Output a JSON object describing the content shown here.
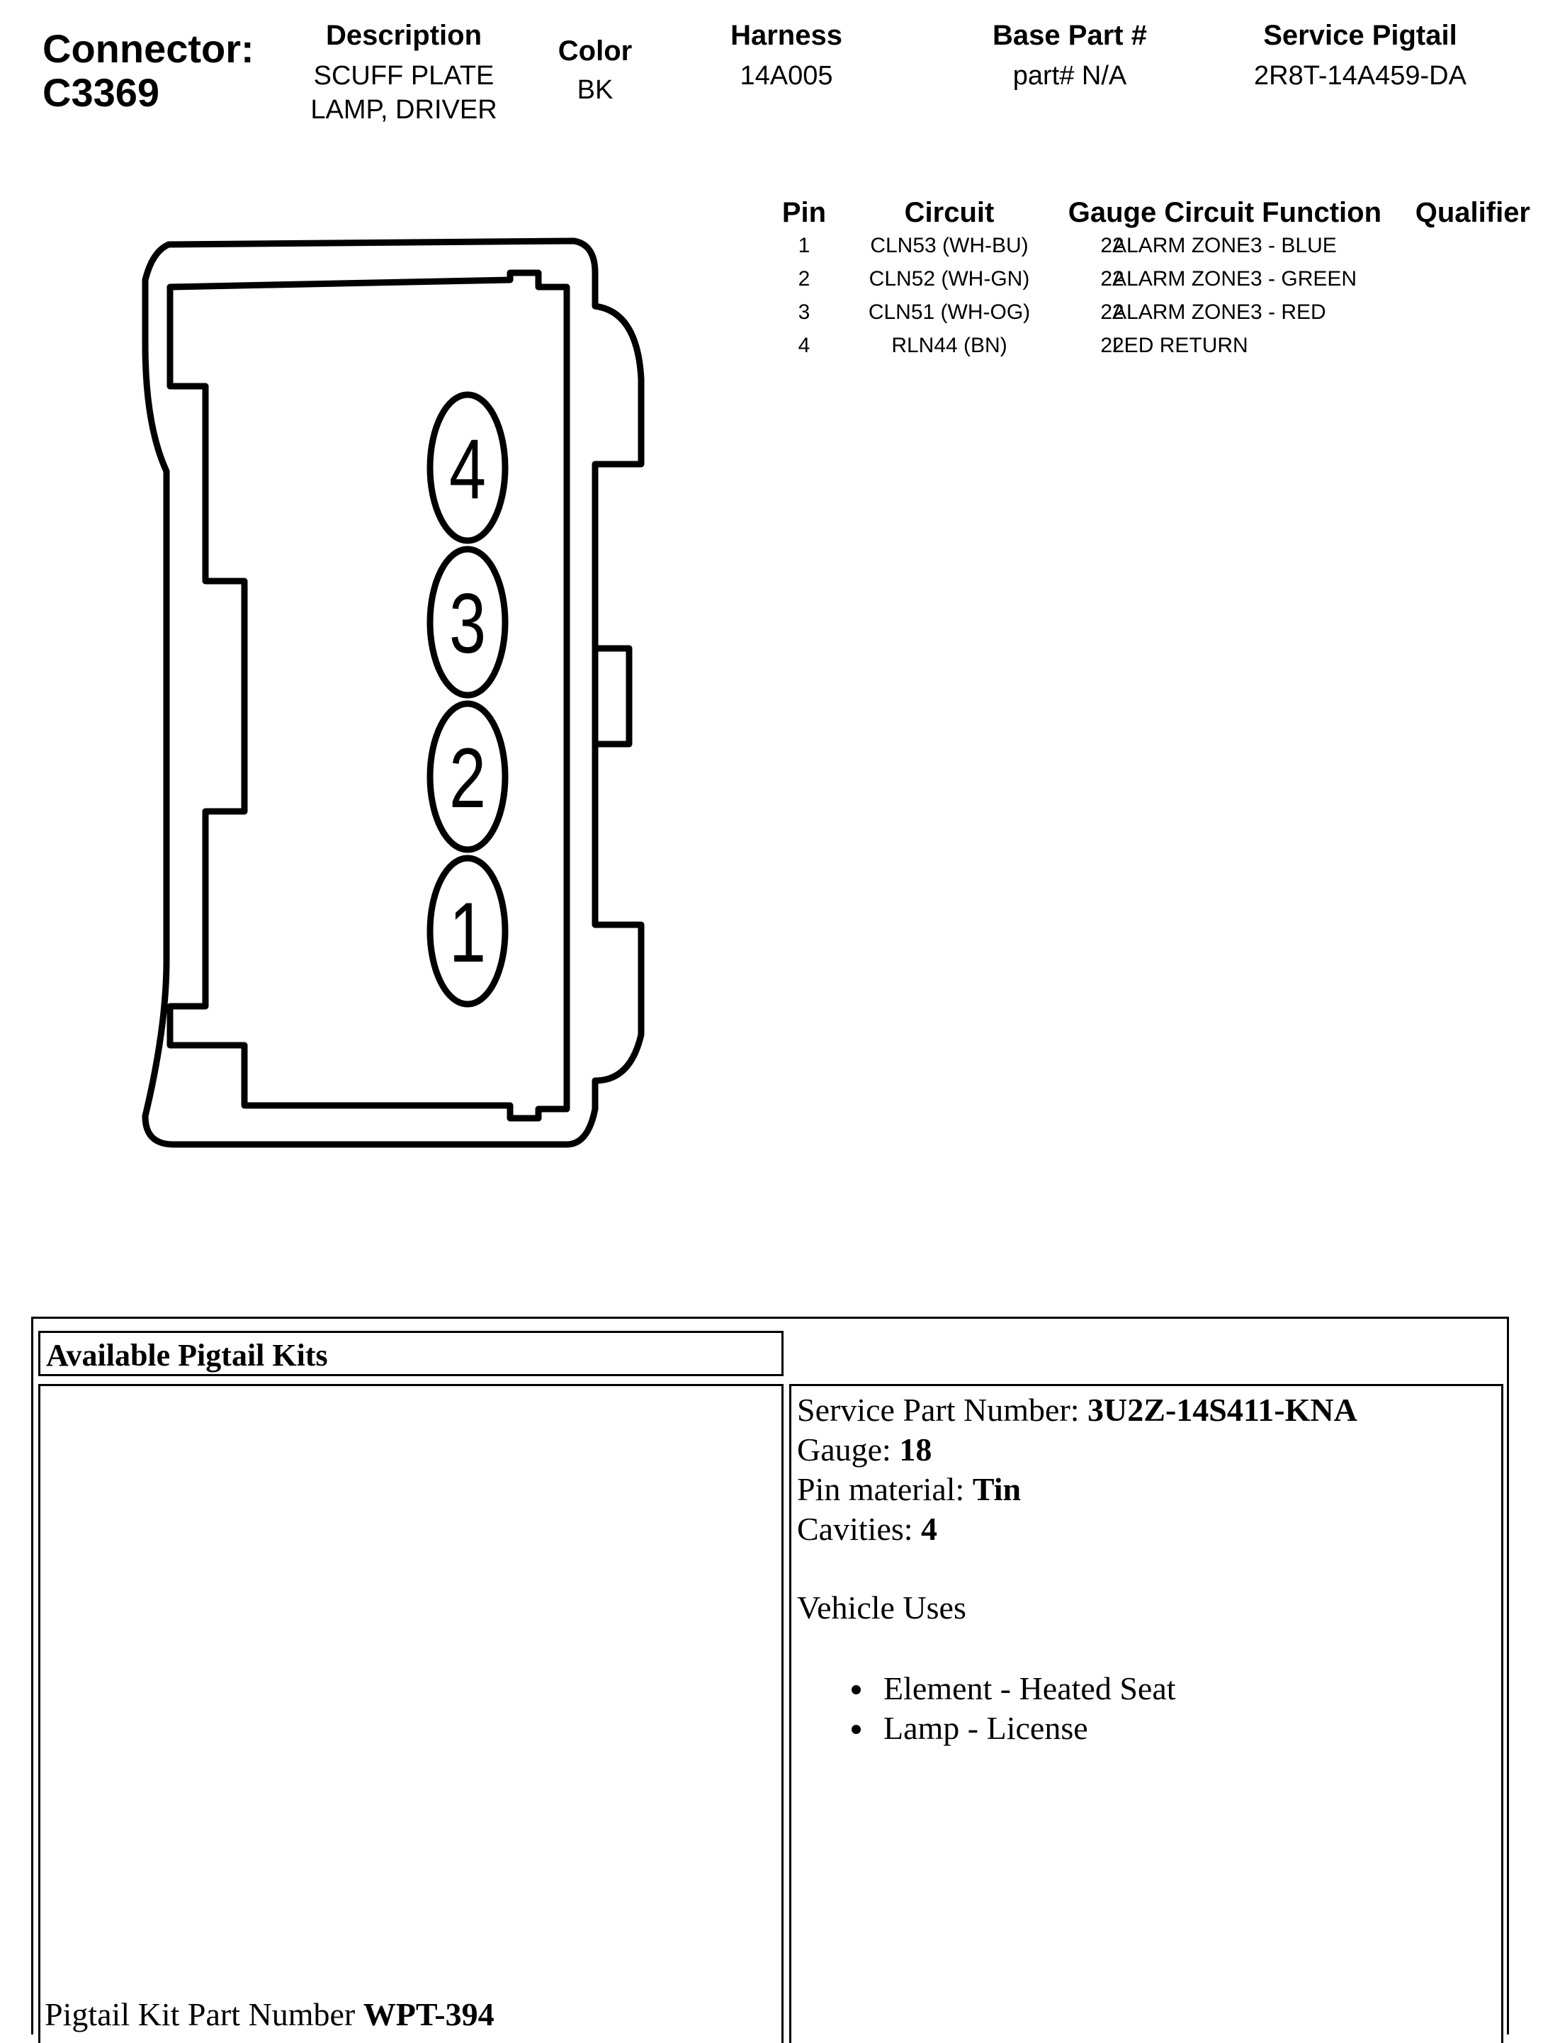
{
  "header": {
    "connector_label": "Connector:",
    "connector_id": "C3369",
    "description_label": "Description",
    "description_line1": "SCUFF PLATE",
    "description_line2": "LAMP, DRIVER",
    "color_label": "Color",
    "color_value": "BK",
    "harness_label": "Harness",
    "harness_value": "14A005",
    "base_part_label": "Base Part #",
    "base_part_value": "part# N/A",
    "service_pigtail_label": "Service Pigtail",
    "service_pigtail_value": "2R8T-14A459-DA"
  },
  "pin_table": {
    "headers": [
      "Pin",
      "Circuit",
      "Gauge",
      "Circuit Function",
      "Qualifier"
    ],
    "rows": [
      {
        "pin": "1",
        "circuit": "CLN53 (WH-BU)",
        "gauge": "22",
        "function": "ALARM ZONE3 - BLUE",
        "qualifier": ""
      },
      {
        "pin": "2",
        "circuit": "CLN52 (WH-GN)",
        "gauge": "22",
        "function": "ALARM ZONE3 - GREEN",
        "qualifier": ""
      },
      {
        "pin": "3",
        "circuit": "CLN51 (WH-OG)",
        "gauge": "22",
        "function": "ALARM ZONE3 - RED",
        "qualifier": ""
      },
      {
        "pin": "4",
        "circuit": "RLN44 (BN)",
        "gauge": "22",
        "function": "LED RETURN",
        "qualifier": ""
      }
    ]
  },
  "connector_pins": [
    "4",
    "3",
    "2",
    "1"
  ],
  "kits": {
    "title": "Available Pigtail Kits",
    "service_part_label": "Service Part Number: ",
    "service_part_value": "3U2Z-14S411-KNA",
    "gauge_label": "Gauge: ",
    "gauge_value": "18",
    "pin_material_label": "Pin material: ",
    "pin_material_value": "Tin",
    "cavities_label": "Cavities: ",
    "cavities_value": "4",
    "vehicle_uses_label": "Vehicle Uses",
    "vehicle_uses": [
      "Element - Heated Seat",
      "Lamp - License"
    ],
    "kit_part_label": "Pigtail Kit Part Number ",
    "kit_part_value": "WPT-394"
  }
}
